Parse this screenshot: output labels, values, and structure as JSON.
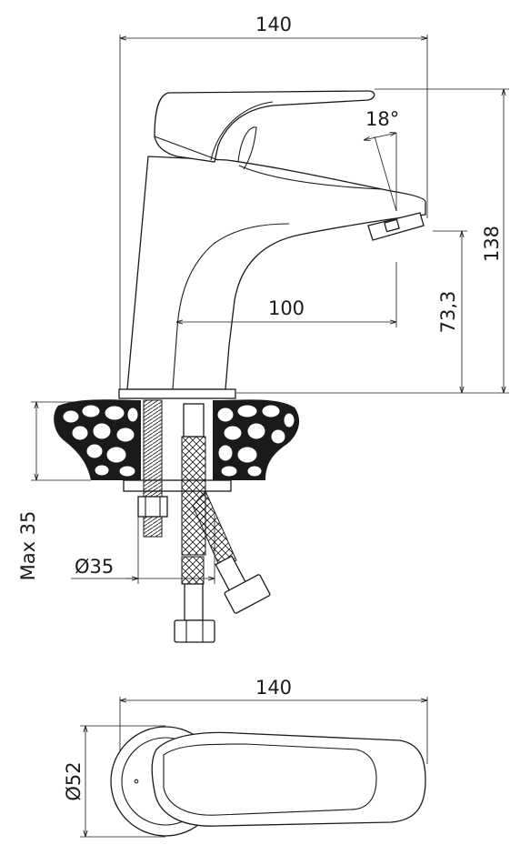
{
  "dimensions": {
    "width_top": "140",
    "angle": "18°",
    "height_total": "138",
    "spout_height": "73,3",
    "spout_reach": "100",
    "max_thickness": "Max 35",
    "hole_diameter": "Ø35",
    "width_bottom": "140",
    "base_diameter": "Ø52"
  },
  "colors": {
    "line": "#1a1a1a",
    "background": "#ffffff"
  }
}
